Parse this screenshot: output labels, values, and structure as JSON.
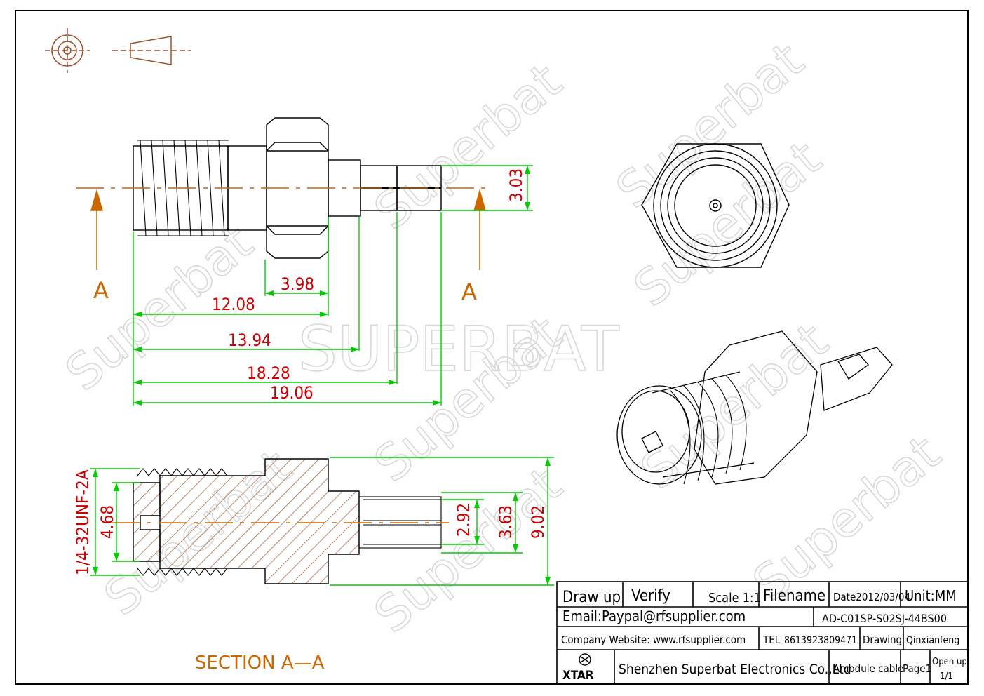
{
  "watermark": {
    "brand": "SUPERBAT",
    "tile": "Superbat"
  },
  "section_labels": {
    "left": "A",
    "right": "A",
    "caption": "SECTION A—A"
  },
  "dimensions": {
    "top": [
      "3.98",
      "12.08",
      "13.94",
      "18.28",
      "19.06",
      "3.03"
    ],
    "section": [
      "1/4-32UNF-2A",
      "4.68",
      "2.92",
      "3.63",
      "9.02"
    ]
  },
  "title_block": {
    "draw_up": "Draw up",
    "verify": "Verify",
    "scale": "Scale 1:1",
    "filename": "Filename",
    "date": "Date2012/03/04",
    "unit": "Unit:MM",
    "email": "Email:Paypal@rfsupplier.com",
    "part_number": "AD-C01SP-S02SJ-44BS00",
    "website": "Company Website:  www.rfsupplier.com",
    "tel": "TEL",
    "phone": "8613923809471",
    "drawing": "Drawing",
    "drawer": "Qinxianfeng",
    "logo_text": "XTAR",
    "company": "Shenzhen Superbat Electronics Co.,Ltd",
    "product": "Amodule cable",
    "page": "Page1",
    "open_up": "Open up",
    "page_count": "1/1"
  },
  "colors": {
    "outline": "#000000",
    "dimension": "#00cc00",
    "dim_text": "#cc0000",
    "centerline": "#cc6600",
    "hatch": "#a0522d",
    "watermark": "#d0d0d0"
  }
}
